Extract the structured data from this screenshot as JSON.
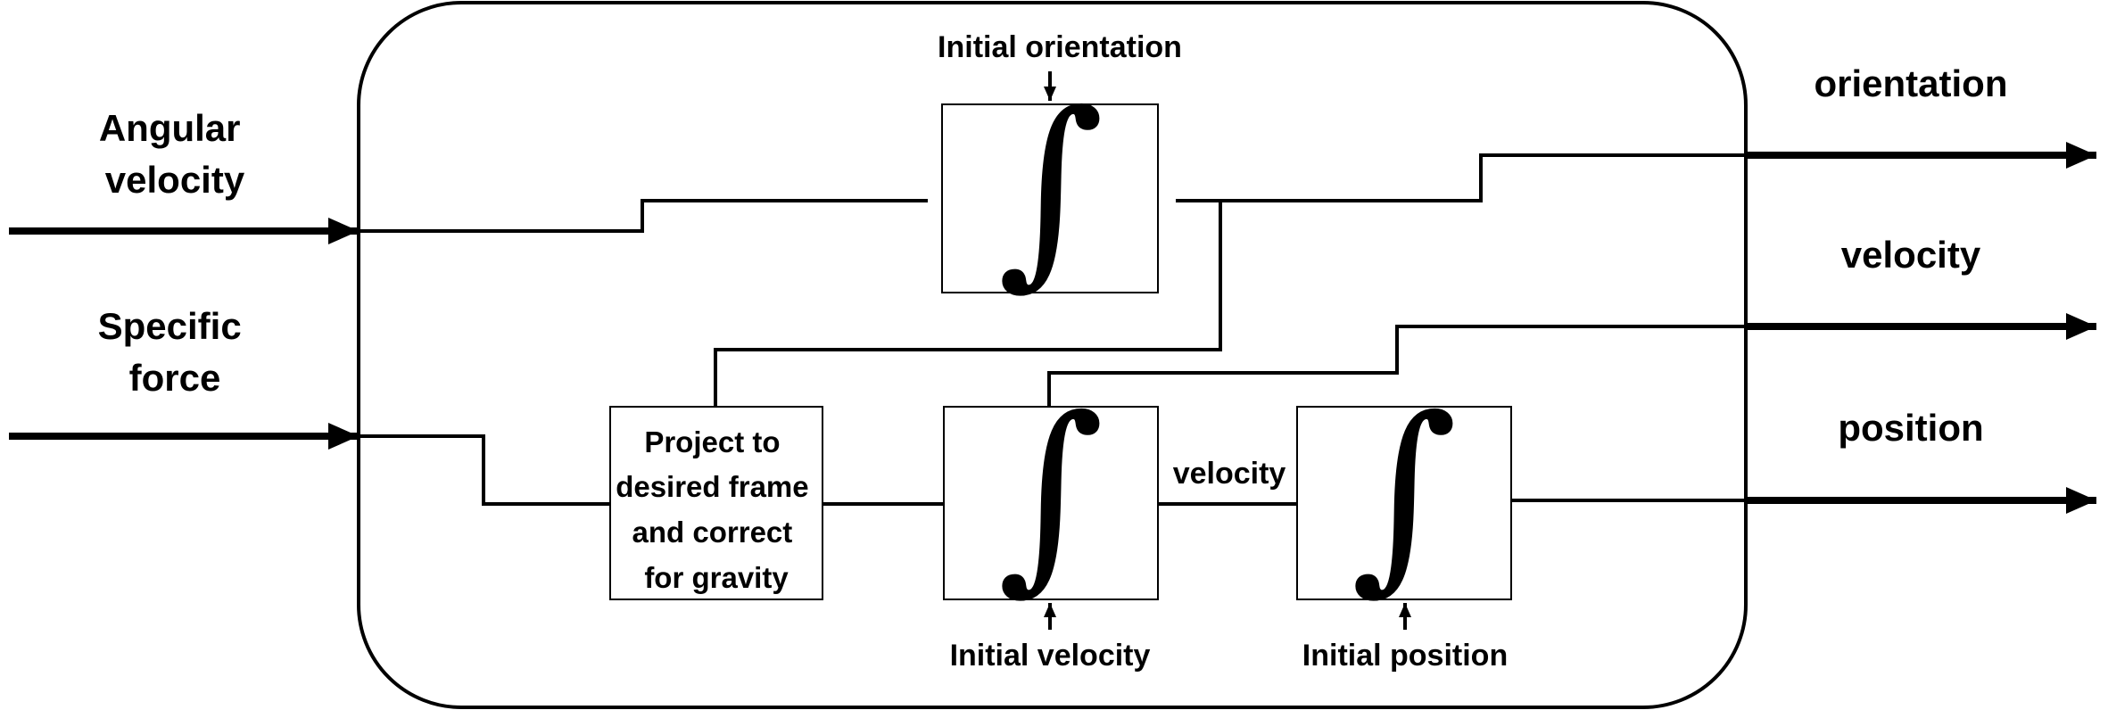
{
  "inputs": {
    "angular_velocity": [
      "Angular",
      "velocity"
    ],
    "specific_force": [
      "Specific",
      "force"
    ]
  },
  "outputs": {
    "orientation": "orientation",
    "velocity": "velocity",
    "position": "position"
  },
  "blocks": {
    "orientation_integrator": {
      "symbol": "∫",
      "initial_label": "Initial orientation"
    },
    "project_block": {
      "lines": [
        "Project to",
        "desired frame",
        "and correct",
        "for gravity"
      ]
    },
    "velocity_integrator": {
      "symbol": "∫",
      "initial_label": "Initial velocity"
    },
    "position_integrator": {
      "symbol": "∫",
      "initial_label": "Initial position"
    }
  },
  "signals": {
    "velocity_between": "velocity"
  },
  "icons": {
    "integrator": "integral-sign-icon",
    "arrow": "arrow-right-icon"
  }
}
